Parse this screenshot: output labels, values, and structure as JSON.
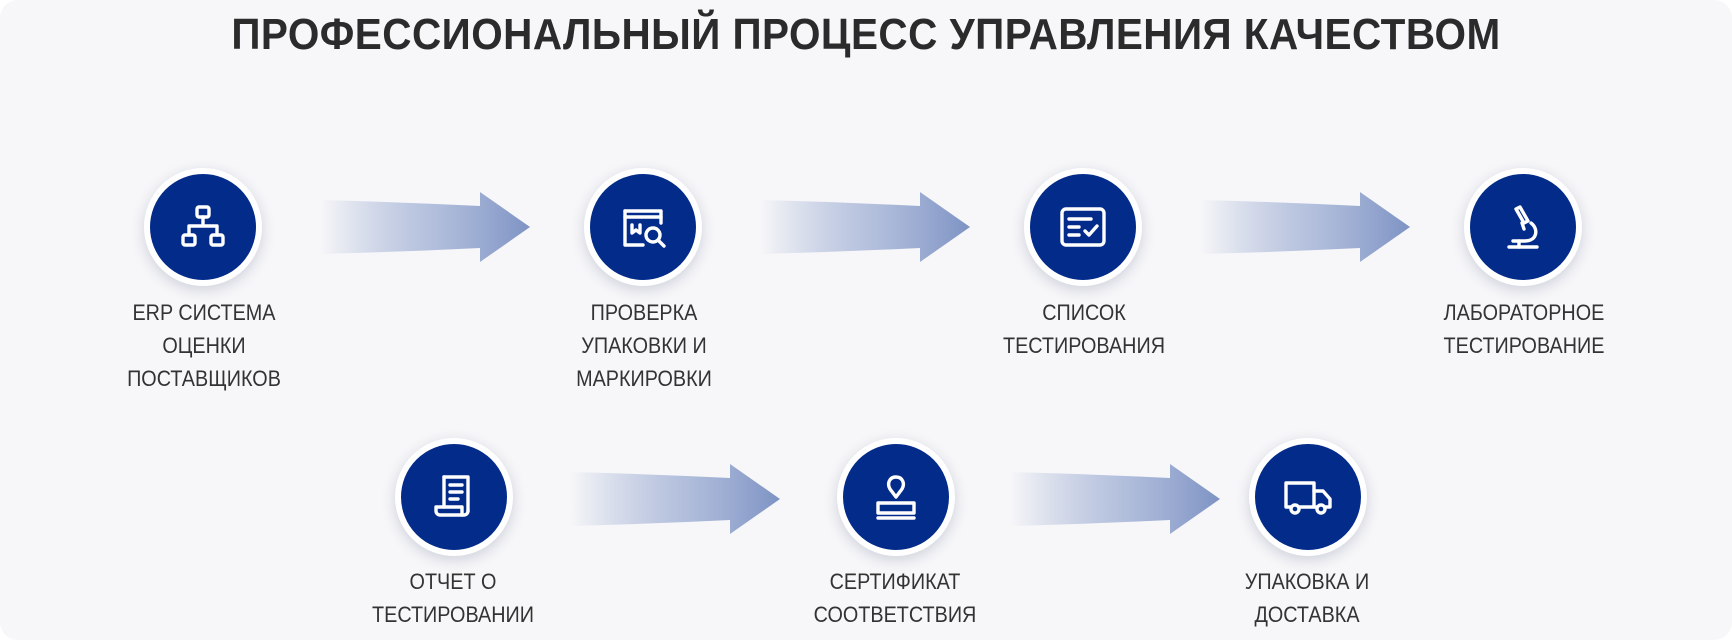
{
  "title": "ПРОФЕССИОНАЛЬНЫЙ ПРОЦЕСС УПРАВЛЕНИЯ КАЧЕСТВОМ",
  "colors": {
    "node_fill": "#032b8a",
    "node_border": "#ffffff",
    "arrow": "#7e93c4",
    "text": "#333333",
    "title": "#2b2b2b",
    "background": "#f7f7f9"
  },
  "steps": [
    {
      "icon": "hierarchy-icon",
      "label": "ERP СИСТЕМА\nОЦЕНКИ\nПОСТАВЩИКОВ"
    },
    {
      "icon": "package-inspection-icon",
      "label": "ПРОВЕРКА\nУПАКОВКИ И\nМАРКИРОВКИ"
    },
    {
      "icon": "checklist-icon",
      "label": "СПИСОК\nТЕСТИРОВАНИЯ"
    },
    {
      "icon": "microscope-icon",
      "label": "ЛАБОРАТОРНОЕ\nТЕСТИРОВАНИЕ"
    },
    {
      "icon": "report-document-icon",
      "label": "ОТЧЕТ О\nТЕСТИРОВАНИИ"
    },
    {
      "icon": "stamp-icon",
      "label": "СЕРТИФИКАТ\nСООТВЕТСТВИЯ"
    },
    {
      "icon": "truck-icon",
      "label": "УПАКОВКА И\nДОСТАВКА"
    }
  ]
}
